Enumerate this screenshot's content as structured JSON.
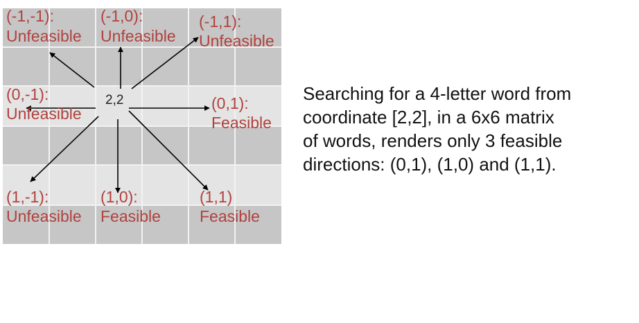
{
  "colors": {
    "label": "#b0413e",
    "arrow": "#000000",
    "text": "#111111",
    "dark_row": "#c6c6c6",
    "light_row": "#e4e4e4",
    "grid_line": "#f2f2f2"
  },
  "grid": {
    "rows": 6,
    "cols": 6,
    "center": "2,2"
  },
  "directions": {
    "up_left": {
      "coord": "(-1,-1):",
      "status": "Unfeasible"
    },
    "up": {
      "coord": "(-1,0):",
      "status": "Unfeasible"
    },
    "up_right": {
      "coord": "(-1,1):",
      "status": "Unfeasible"
    },
    "left": {
      "coord": "(0,-1):",
      "status": "Unfeasible"
    },
    "right": {
      "coord": "(0,1):",
      "status": "Feasible"
    },
    "down_left": {
      "coord": "(1,-1):",
      "status": "Unfeasible"
    },
    "down": {
      "coord": "(1,0):",
      "status": "Feasible"
    },
    "down_right": {
      "coord": "(1,1)",
      "status": "Feasible"
    }
  },
  "caption": {
    "line1": "Searching for a 4-letter word from",
    "line2": "coordinate [2,2], in a 6x6 matrix",
    "line3": "of words, renders only 3 feasible",
    "line4": "directions: (0,1), (1,0) and (1,1)."
  }
}
